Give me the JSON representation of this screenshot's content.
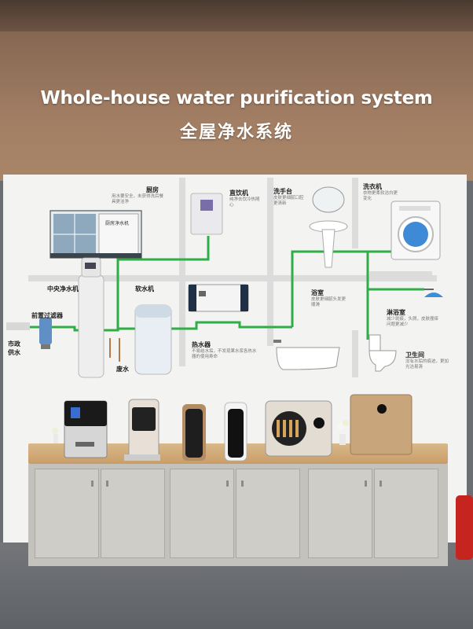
{
  "title_en": "Whole-house water purification system",
  "title_cn": "全屋净水系统",
  "labels": {
    "kitchen": "厨房",
    "kitchen_desc": "用水要安全，未获得洗后餐具更洁净",
    "kitchen_purifier": "厨房净水机",
    "direct_drink": "直饮机",
    "direct_drink_desc": "纯净去饮冷热随心",
    "wash_basin": "洗手台",
    "wash_basin_desc": "皮肤更细腻口腔更清新",
    "washing_machine": "洗衣机",
    "washing_machine_desc": "衣物更柔软洁白更变化",
    "central_purifier": "中央净水机",
    "softener": "软水机",
    "pre_filter": "前置过滤器",
    "municipal_water": "市政供水",
    "waste_water": "废水",
    "bathroom": "浴室",
    "bathroom_desc": "皮肤更细腻头发更顺滑",
    "shower": "淋浴室",
    "shower_desc": "减少斑痕，头屑，皮肤瘙痒问题更减少",
    "water_heater": "热水器",
    "water_heater_desc": "不易结水垢，不发现果水浆各热水器的使用寿命",
    "toilet": "卫生间",
    "toilet_desc": "没有水垢的痕迹，更加光洁易清"
  },
  "colors": {
    "pipe_green": "#2fae45",
    "pipe_gray": "#dcdcdc",
    "wall": "#f3f3f2",
    "header": "#9c7a60",
    "counter": "#d4ac79",
    "cabinet": "#c4c2bd"
  }
}
